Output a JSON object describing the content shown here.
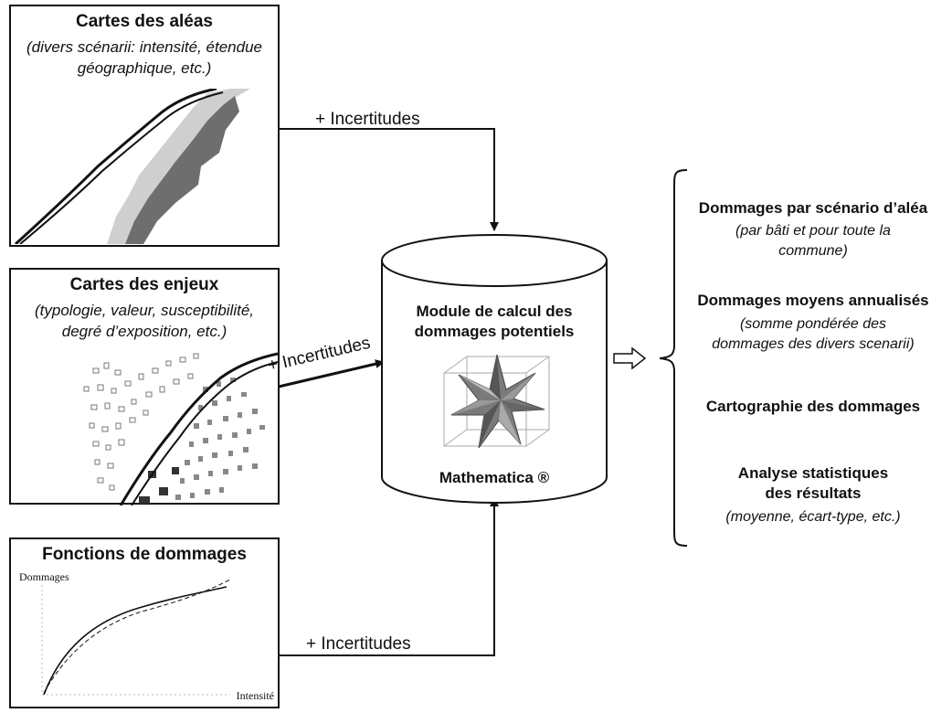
{
  "boxes": {
    "aleas": {
      "title": "Cartes des aléas",
      "subtitle": "(divers scénarii: intensité, étendue géographique, etc.)"
    },
    "enjeux": {
      "title": "Cartes des enjeux",
      "subtitle": "(typologie, valeur, susceptibilité, degré d’exposition, etc.)"
    },
    "fonctions": {
      "title": "Fonctions de dommages",
      "y_axis": "Dommages",
      "x_axis": "Intensité"
    }
  },
  "arrows": {
    "top_label": "+ Incertitudes",
    "middle_label": "+ Incertitudes",
    "bottom_label": "+ Incertitudes"
  },
  "module": {
    "title": "Module de calcul des dommages potentiels",
    "software": "Mathematica ®"
  },
  "outputs": [
    {
      "title": "Dommages par scénario d’aléa",
      "subtitle": "(par bâti et pour toute la commune)"
    },
    {
      "title": "Dommages moyens annualisés",
      "subtitle": "(somme pondérée des dommages des divers scenarii)"
    },
    {
      "title": "Cartographie des dommages",
      "subtitle": ""
    },
    {
      "title": "Analyse statistiques des résultats",
      "subtitle": "(moyenne, écart-type, etc.)"
    }
  ]
}
